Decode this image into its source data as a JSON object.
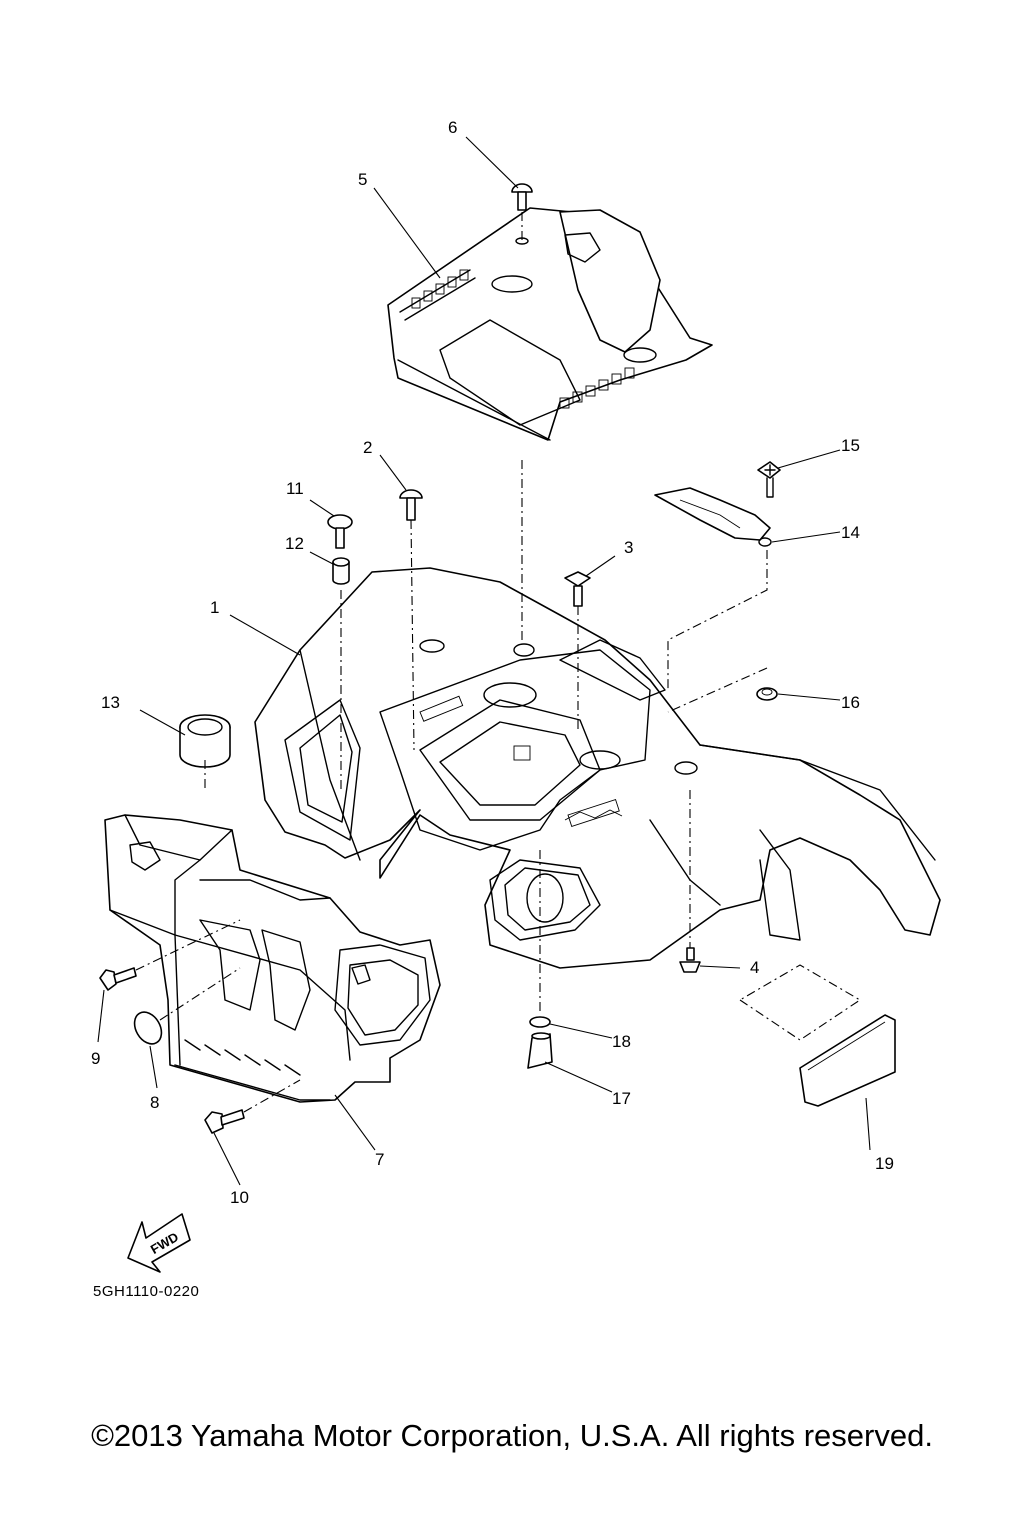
{
  "diagram": {
    "callouts": [
      "1",
      "2",
      "3",
      "4",
      "5",
      "6",
      "7",
      "8",
      "9",
      "10",
      "11",
      "12",
      "13",
      "14",
      "15",
      "16",
      "17",
      "18",
      "19"
    ],
    "fwd_label": "FWD",
    "drawing_code": "5GH1110-0220"
  },
  "footer": {
    "copyright": "©2013 Yamaha Motor Corporation, U.S.A. All rights reserved."
  }
}
